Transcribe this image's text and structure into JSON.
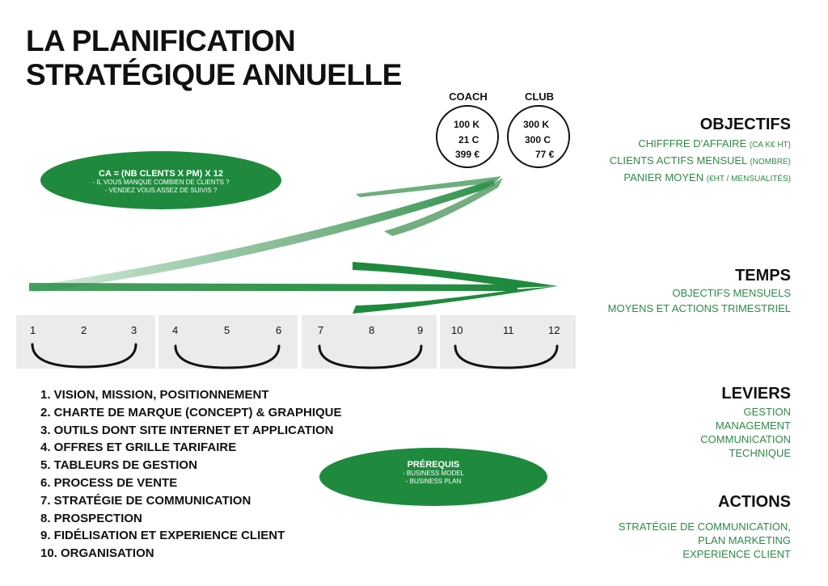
{
  "title": {
    "line1": "LA PLANIFICATION",
    "line2": "STRATÉGIQUE ANNUELLE"
  },
  "coach": {
    "label": "COACH",
    "ca": "100 K",
    "clients": "21 C",
    "panier": "399 €"
  },
  "club": {
    "label": "CLUB",
    "ca": "300 K",
    "clients": "300 C",
    "panier": "77 €"
  },
  "ca_oval": {
    "formula": "CA = (NB CLENTS X PM) X 12",
    "q1": "- IL VOUS MANQUE COMBIEN DE CLIENTS ?",
    "q2": "- VENDEZ VOUS ASSEZ DE SUIVIS ?"
  },
  "objectifs": {
    "heading": "OBJECTIFS",
    "line1": "CHIFFFRE D'AFFAIRE",
    "line1_small": "(CA K€ HT)",
    "line2": "CLIENTS ACTIFS MENSUEL",
    "line2_small": "(NOMBRE)",
    "line3": "PANIER MOYEN",
    "line3_small": "(€HT / MENSUALITÉS)"
  },
  "temps": {
    "heading": "TEMPS",
    "line1": "OBJECTIFS MENSUELS",
    "line2": "MOYENS ET ACTIONS TRIMESTRIEL"
  },
  "months": [
    "1",
    "2",
    "3",
    "4",
    "5",
    "6",
    "7",
    "8",
    "9",
    "10",
    "11",
    "12"
  ],
  "leviers": {
    "heading": "LEVIERS",
    "items": [
      "GESTION",
      "MANAGEMENT",
      "COMMUNICATION",
      "TECHNIQUE"
    ]
  },
  "actions": {
    "heading": "ACTIONS",
    "items": [
      "STRATÉGIE DE COMMUNICATION,",
      "PLAN MARKETING",
      "EXPERIENCE CLIENT"
    ]
  },
  "prerequis": {
    "heading": "PRÉREQUIS",
    "items": [
      "- BUSINESS MODEL",
      "- BUSINESS PLAN"
    ]
  },
  "list": [
    "1. VISION, MISSION, POSITIONNEMENT",
    "2. CHARTE DE MARQUE (CONCEPT) & GRAPHIQUE",
    "3. OUTILS DONT SITE INTERNET ET APPLICATION",
    "4. OFFRES ET GRILLE TARIFAIRE",
    "5. TABLEURS DE GESTION",
    "6. PROCESS DE VENTE",
    "7. STRATÉGIE DE COMMUNICATION",
    "8. PROSPECTION",
    "9. FIDÉLISATION ET EXPERIENCE CLIENT",
    "10. ORGANISATION"
  ],
  "colors": {
    "green": "#1f8a3e",
    "text_green": "#2e8a45",
    "month_bg": "#ebebeb"
  }
}
